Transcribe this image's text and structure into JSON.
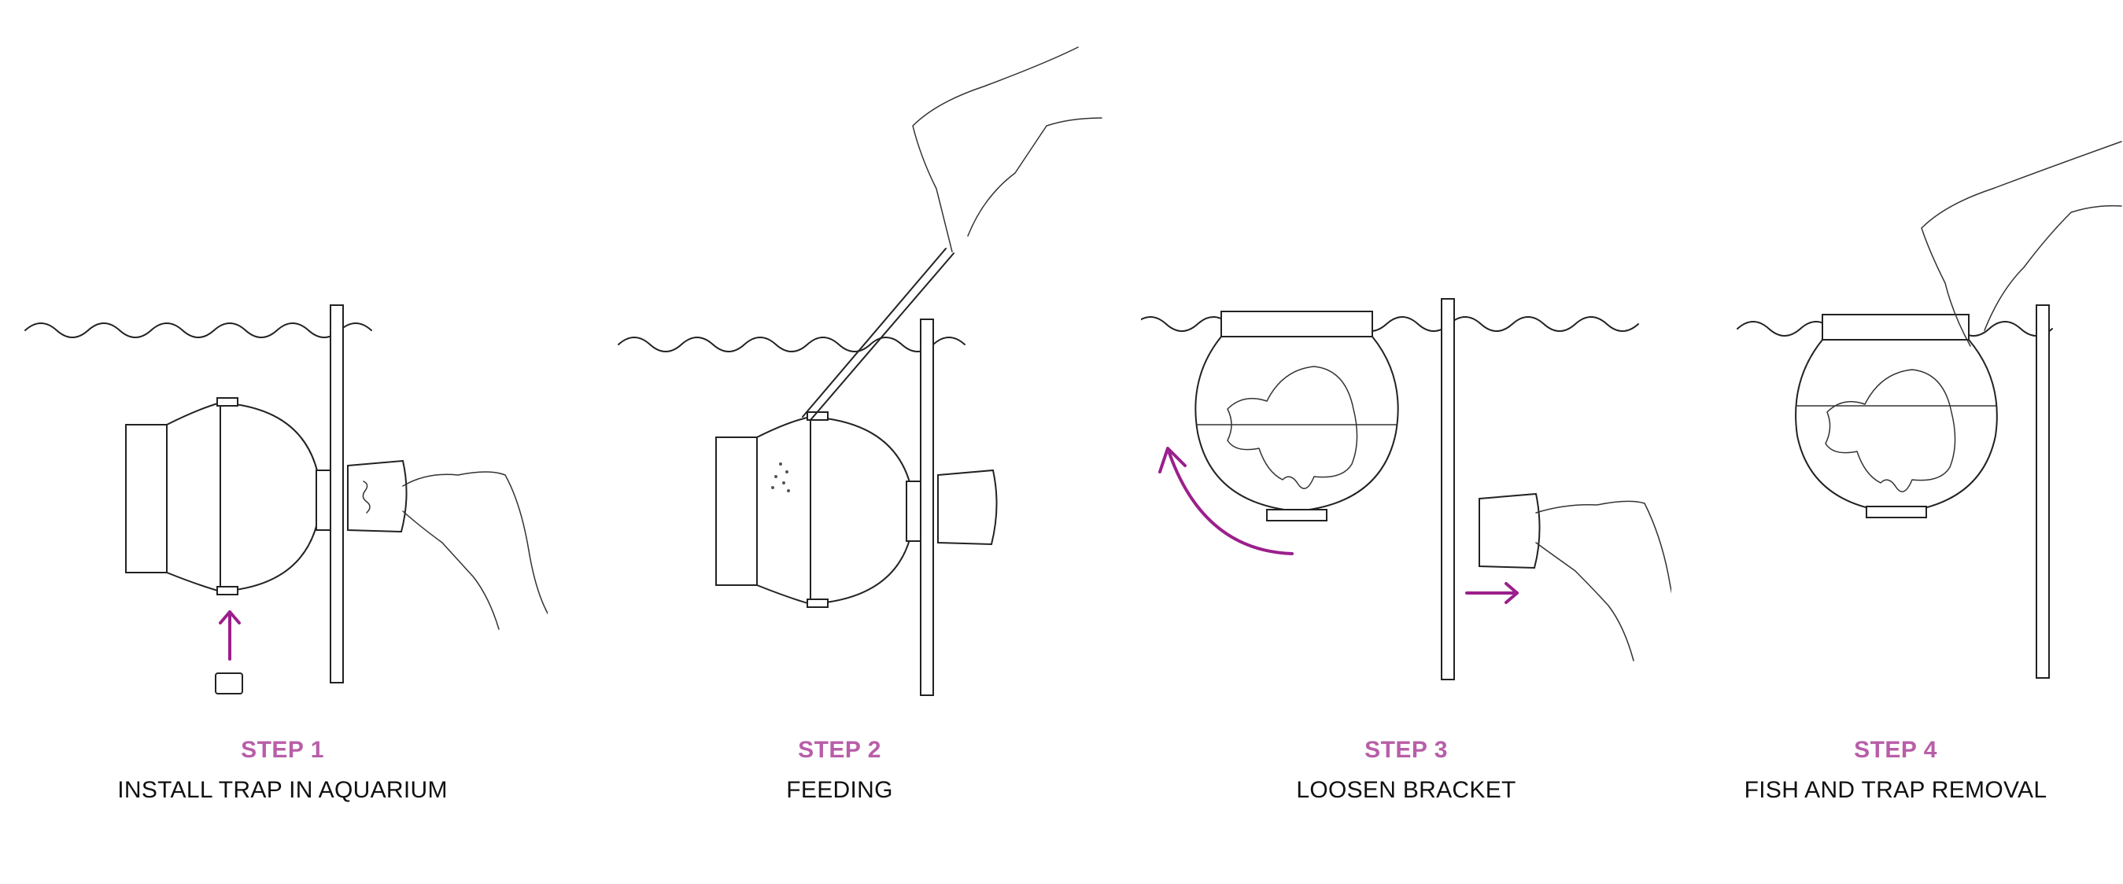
{
  "colors": {
    "accent": "#9b1f8c",
    "step_label": "#b85ea8",
    "text": "#111111",
    "line": "#222222"
  },
  "steps": [
    {
      "title": "STEP 1",
      "desc": "INSTALL TRAP IN AQUARIUM"
    },
    {
      "title": "STEP 2",
      "desc": "FEEDING"
    },
    {
      "title": "STEP 3",
      "desc": "LOOSEN BRACKET"
    },
    {
      "title": "STEP 4",
      "desc": "FISH AND TRAP REMOVAL"
    }
  ]
}
